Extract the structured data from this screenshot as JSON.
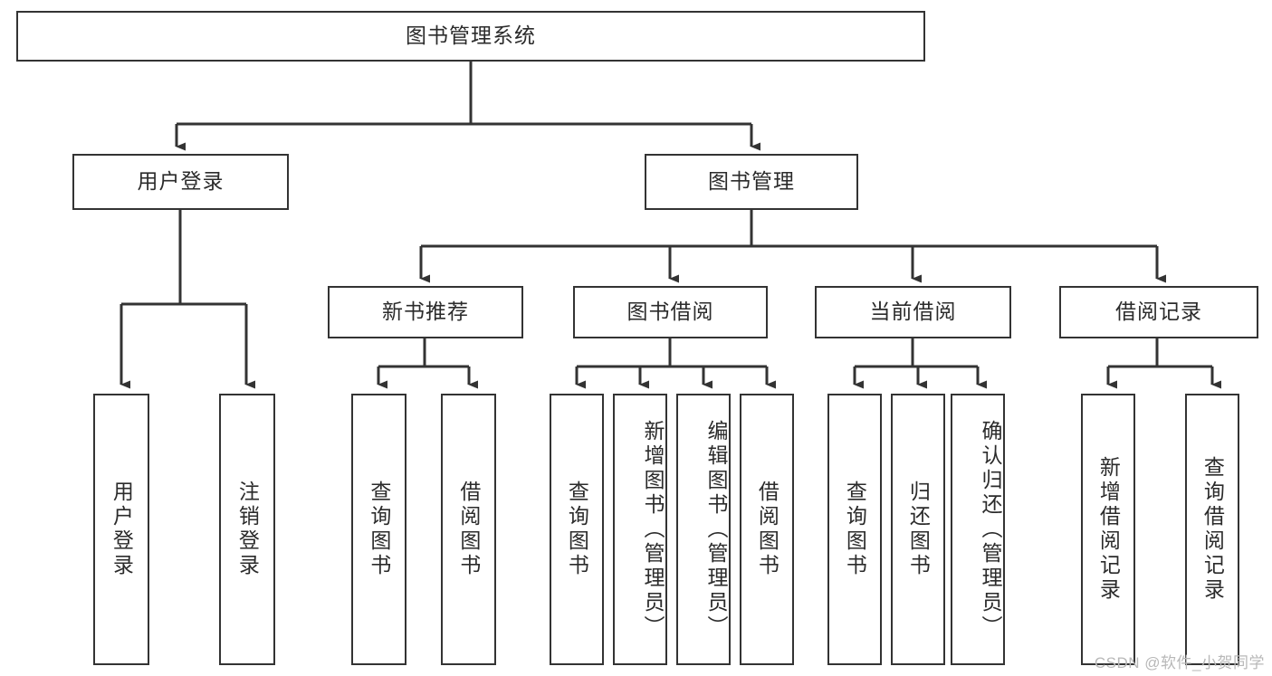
{
  "chart_data": {
    "type": "diagram",
    "diagram_kind": "hierarchical-tree",
    "title": "图书管理系统",
    "levels": 4,
    "orientation": "top-down",
    "nodes": [
      {
        "id": "root",
        "label": "图书管理系统",
        "level": 0,
        "parent": null
      },
      {
        "id": "login",
        "label": "用户登录",
        "level": 1,
        "parent": "root"
      },
      {
        "id": "bookmgmt",
        "label": "图书管理",
        "level": 1,
        "parent": "root"
      },
      {
        "id": "login-a",
        "label": "用户登录",
        "level": 2,
        "parent": "login"
      },
      {
        "id": "login-b",
        "label": "注销登录",
        "level": 2,
        "parent": "login"
      },
      {
        "id": "newbook",
        "label": "新书推荐",
        "level": 2,
        "parent": "bookmgmt"
      },
      {
        "id": "borrow",
        "label": "图书借阅",
        "level": 2,
        "parent": "bookmgmt"
      },
      {
        "id": "current",
        "label": "当前借阅",
        "level": 2,
        "parent": "bookmgmt"
      },
      {
        "id": "records",
        "label": "借阅记录",
        "level": 2,
        "parent": "bookmgmt"
      },
      {
        "id": "newbook-a",
        "label": "查询图书",
        "level": 3,
        "parent": "newbook"
      },
      {
        "id": "newbook-b",
        "label": "借阅图书",
        "level": 3,
        "parent": "newbook"
      },
      {
        "id": "borrow-a",
        "label": "查询图书",
        "level": 3,
        "parent": "borrow"
      },
      {
        "id": "borrow-b",
        "label": "新增图书（管理员）",
        "level": 3,
        "parent": "borrow"
      },
      {
        "id": "borrow-c",
        "label": "编辑图书（管理员）",
        "level": 3,
        "parent": "borrow"
      },
      {
        "id": "borrow-d",
        "label": "借阅图书",
        "level": 3,
        "parent": "borrow"
      },
      {
        "id": "current-a",
        "label": "查询图书",
        "level": 3,
        "parent": "current"
      },
      {
        "id": "current-b",
        "label": "归还图书",
        "level": 3,
        "parent": "current"
      },
      {
        "id": "current-c",
        "label": "确认归还（管理员）",
        "level": 3,
        "parent": "current"
      },
      {
        "id": "records-a",
        "label": "新增借阅记录",
        "level": 3,
        "parent": "records"
      },
      {
        "id": "records-b",
        "label": "查询借阅记录",
        "level": 3,
        "parent": "records"
      }
    ]
  },
  "nodes": {
    "root": "图书管理系统",
    "login": "用户登录",
    "bookmgmt": "图书管理",
    "login_a": "用户登录",
    "login_b": "注销登录",
    "newbook": "新书推荐",
    "borrow": "图书借阅",
    "current": "当前借阅",
    "records": "借阅记录",
    "newbook_a": "查询图书",
    "newbook_b": "借阅图书",
    "borrow_a": "查询图书",
    "borrow_b": "新增图书（管理员）",
    "borrow_c": "编辑图书（管理员）",
    "borrow_d": "借阅图书",
    "current_a": "查询图书",
    "current_b": "归还图书",
    "current_c": "确认归还（管理员）",
    "records_a": "新增借阅记录",
    "records_b": "查询借阅记录"
  },
  "watermark": {
    "text": "CSDN @软件_小贺同学"
  },
  "colors": {
    "stroke": "#333333",
    "fill": "#ffffff",
    "text": "#2b2b2b",
    "watermark": "#b8b8b8"
  }
}
